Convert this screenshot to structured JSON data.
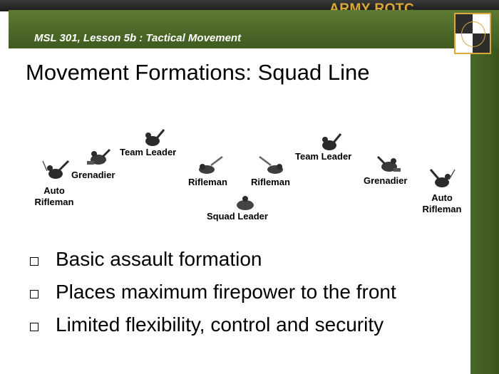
{
  "header": {
    "brand": "ARMY ROTC",
    "lesson": "MSL 301, Lesson 5b : Tactical Movement"
  },
  "slide": {
    "title": "Movement Formations: Squad Line"
  },
  "formation": {
    "auto_rifleman_left_l1": "Auto",
    "auto_rifleman_left_l2": "Rifleman",
    "grenadier_left": "Grenadier",
    "team_leader_left": "Team Leader",
    "rifleman_left": "Rifleman",
    "squad_leader": "Squad Leader",
    "rifleman_right": "Rifleman",
    "team_leader_right": "Team Leader",
    "grenadier_right": "Grenadier",
    "auto_rifleman_right_l1": "Auto",
    "auto_rifleman_right_l2": "Rifleman"
  },
  "bullets": [
    "Basic assault formation",
    "Places maximum firepower to the front",
    "Limited flexibility, control and security"
  ],
  "colors": {
    "header_green": "#4e6b2a",
    "brand_gold": "#d9a93a",
    "text": "#000000"
  }
}
